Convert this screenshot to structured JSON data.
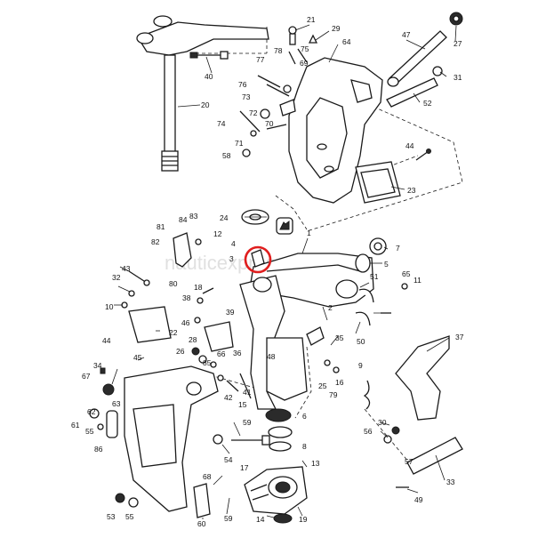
{
  "watermark": "nauticexpress",
  "highlight": {
    "callout": "3",
    "color": "#e01e1e"
  },
  "callouts": [
    "1",
    "2",
    "3",
    "4",
    "5",
    "6",
    "7",
    "8",
    "9",
    "10",
    "11",
    "12",
    "13",
    "14",
    "15",
    "16",
    "17",
    "18",
    "19",
    "20",
    "21",
    "22",
    "23",
    "24",
    "25",
    "26",
    "27",
    "28",
    "29",
    "30",
    "31",
    "32",
    "33",
    "34",
    "35",
    "36",
    "37",
    "38",
    "39",
    "40",
    "41",
    "42",
    "43",
    "44",
    "45",
    "46",
    "47",
    "48",
    "49",
    "50",
    "51",
    "52",
    "53",
    "54",
    "55",
    "56",
    "57",
    "58",
    "59",
    "60",
    "61",
    "62",
    "63",
    "64",
    "65",
    "66",
    "67",
    "68",
    "69",
    "70",
    "71",
    "72",
    "73",
    "74",
    "75",
    "76",
    "77",
    "78",
    "79",
    "80",
    "81",
    "82",
    "83",
    "84",
    "85",
    "86"
  ]
}
